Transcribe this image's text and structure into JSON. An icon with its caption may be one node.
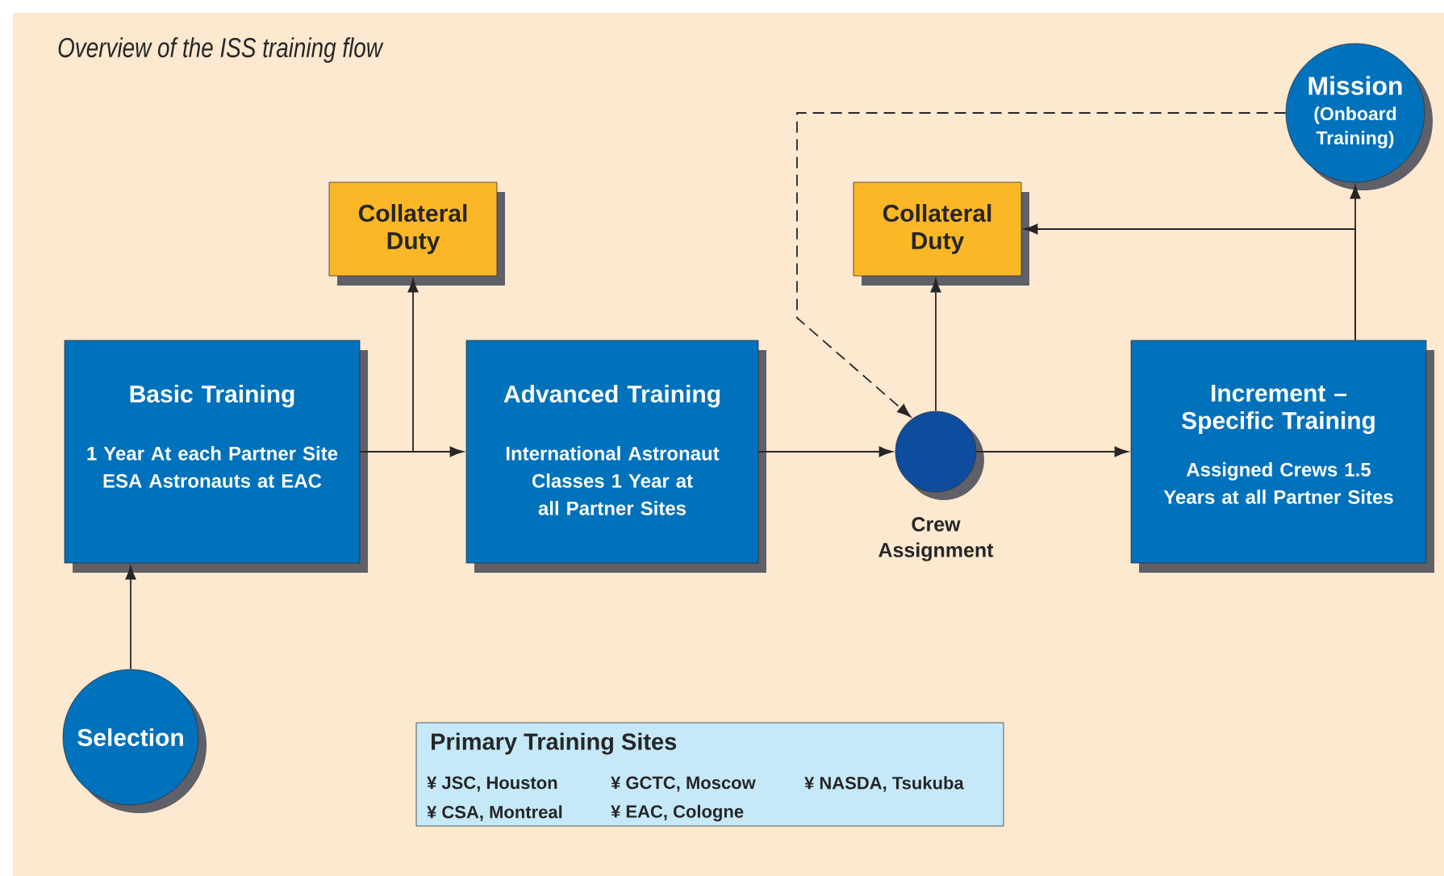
{
  "diagram": {
    "title": "Overview of the ISS training flow",
    "nodes": [
      {
        "text": [
          "Selection"
        ]
      },
      {
        "text": [
          "Basic Training",
          "1 Year At each Partner Site ESA Astronauts at EAC"
        ]
      },
      {
        "text": [
          "Collateral Duty"
        ]
      },
      {
        "text": [
          "Advanced Training",
          "International Astronaut Classes 1 Year at all Partner Sites"
        ]
      },
      {
        "text": [],
        "shape": "circle",
        "beside": [
          "Crew Assignment"
        ]
      },
      {
        "text": [
          "Collateral Duty"
        ]
      },
      {
        "text": [
          "Increment – Specific Training",
          "Assigned Crews 1.5 Years at all Partner Sites"
        ]
      },
      {
        "text": [
          "Mission",
          "(Onboard Training)"
        ]
      },
      {
        "text": [
          "Primary Training Sites",
          "¥ JSC, Houston",
          "¥ GCTC, Moscow",
          "¥ NASDA, Tsukuba",
          "¥ CSA, Montreal",
          "¥ EAC, Cologne"
        ]
      }
    ],
    "edges": [
      {
        "from": 0,
        "to": 1,
        "arrow": "to"
      },
      {
        "from": 1,
        "to": 3,
        "arrow": "to"
      },
      {
        "from": 1,
        "to": 2,
        "arrow": "to"
      },
      {
        "from": 3,
        "to": 4,
        "arrow": "to"
      },
      {
        "from": 4,
        "to": 5,
        "arrow": "to"
      },
      {
        "from": 4,
        "to": 6,
        "arrow": "to"
      },
      {
        "from": 6,
        "to": 7,
        "arrow": "to"
      },
      {
        "from": 6,
        "to": 5,
        "arrow": "to"
      },
      {
        "from": 7,
        "to": 4,
        "arrow": "to",
        "style": "dashed"
      }
    ]
  }
}
